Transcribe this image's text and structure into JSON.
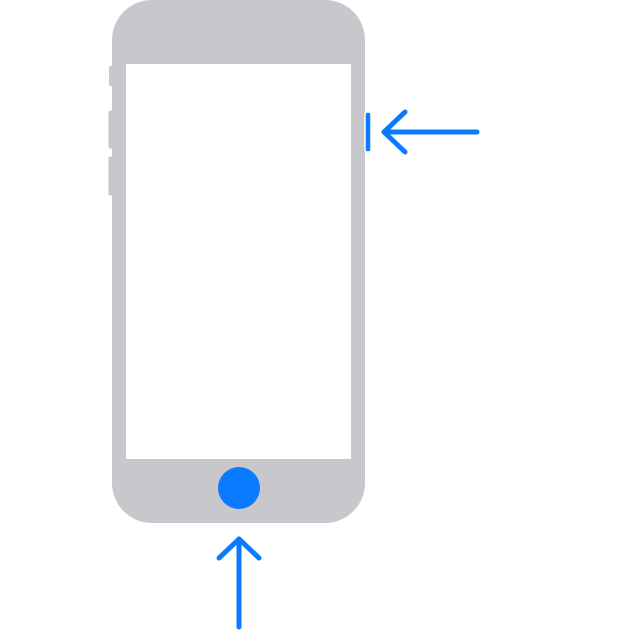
{
  "diagram": {
    "subject": "iphone-with-home-button",
    "colors": {
      "body": "#c7c7cc",
      "screen": "#ffffff",
      "accent": "#0a7aff"
    },
    "highlighted_controls": [
      "side-button",
      "home-button"
    ],
    "arrows": [
      {
        "points_to": "side-button",
        "direction": "left"
      },
      {
        "points_to": "home-button",
        "direction": "up"
      }
    ]
  }
}
